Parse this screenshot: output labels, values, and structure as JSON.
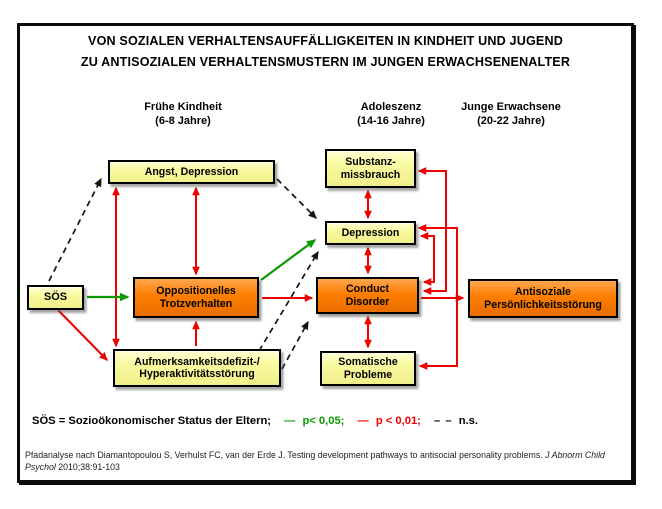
{
  "title": {
    "line1": "VON SOZIALEN VERHALTENSAUFFÄLLIGKEITEN IN KINDHEIT UND JUGEND",
    "line2": "ZU ANTISOZIALEN VERHALTENSMUSTERN IM JUNGEN ERWACHSENENALTER"
  },
  "columns": [
    {
      "label": "Frühe Kindheit",
      "sublabel": "(6-8 Jahre)"
    },
    {
      "label": "Adoleszenz",
      "sublabel": "(14-16 Jahre)"
    },
    {
      "label": "Junge Erwachsene",
      "sublabel": "(20-22 Jahre)"
    }
  ],
  "nodes": {
    "soes": {
      "line1": "SÖS",
      "type": "yellow"
    },
    "angst": {
      "line1": "Angst, Depression",
      "type": "yellow"
    },
    "substanz": {
      "line1": "Substanz-",
      "line2": "missbrauch",
      "type": "yellow"
    },
    "depression": {
      "line1": "Depression",
      "type": "yellow"
    },
    "odd": {
      "line1": "Oppositionelles",
      "line2": "Trotzverhalten",
      "type": "orange"
    },
    "conduct": {
      "line1": "Conduct",
      "line2": "Disorder",
      "type": "orange"
    },
    "antisozial": {
      "line1": "Antisoziale",
      "line2": "Persönlichkeitsstörung",
      "type": "orange"
    },
    "adhs": {
      "line1": "Aufmerksamkeitsdefizit-/",
      "line2": "Hyperaktivitätsstörung",
      "type": "yellow"
    },
    "somatisch": {
      "line1": "Somatische",
      "line2": "Probleme",
      "type": "yellow"
    }
  },
  "edges": [
    {
      "from": "soes",
      "to": "adhs",
      "sig": "p<0,01"
    },
    {
      "from": "soes",
      "to": "odd",
      "sig": "p<0,05"
    },
    {
      "from": "soes",
      "to": "angst",
      "sig": "n.s."
    },
    {
      "from": "angst",
      "to": "adhs",
      "sig": "p<0,01",
      "bidirectional": true
    },
    {
      "from": "angst",
      "to": "odd",
      "sig": "p<0,01",
      "bidirectional": true
    },
    {
      "from": "adhs",
      "to": "odd",
      "sig": "p<0,01"
    },
    {
      "from": "angst",
      "to": "depression",
      "sig": "n.s."
    },
    {
      "from": "adhs",
      "to": "depression",
      "sig": "n.s."
    },
    {
      "from": "adhs",
      "to": "conduct",
      "sig": "n.s."
    },
    {
      "from": "odd",
      "to": "depression",
      "sig": "p<0,05"
    },
    {
      "from": "odd",
      "to": "conduct",
      "sig": "p<0,01"
    },
    {
      "from": "substanz",
      "to": "depression",
      "sig": "p<0,01",
      "bidirectional": true
    },
    {
      "from": "depression",
      "to": "conduct",
      "sig": "p<0,01",
      "bidirectional": true
    },
    {
      "from": "conduct",
      "to": "somatisch",
      "sig": "p<0,01",
      "bidirectional": true
    },
    {
      "from": "depression",
      "to": "conduct",
      "sig": "p<0,01",
      "bidirectional": true,
      "note": "right-side loop"
    },
    {
      "from": "substanz",
      "to": "conduct",
      "sig": "p<0,01",
      "bidirectional": true,
      "note": "right-side loop"
    },
    {
      "from": "depression",
      "to": "somatisch",
      "sig": "p<0,01",
      "bidirectional": true,
      "note": "right-side loop"
    },
    {
      "from": "conduct",
      "to": "antisozial",
      "sig": "p<0,01"
    }
  ],
  "legend": {
    "prefix": "SÖS = Sozioökonomischer Status der Eltern;",
    "green_dash": "—",
    "green_label": "p< 0,05;",
    "red_dash": "—",
    "red_label": "p < 0,01;",
    "ns_dash": "– –",
    "ns_label": "n.s."
  },
  "footer": {
    "part1": "Pfadanalyse nach Diamantopoulou S, Verhulst FC, van der Erde J. Testing development pathways to antisocial personality problems. ",
    "italic": "J Abnorm Child Psychol",
    "part2": " 2010;38:91-103"
  },
  "colors": {
    "sig_p005": "#0a9b00",
    "sig_p001": "#ee0000",
    "not_significant": "#141414",
    "yellow_node": "#fafaa2",
    "orange_node": "#fd7e00"
  }
}
